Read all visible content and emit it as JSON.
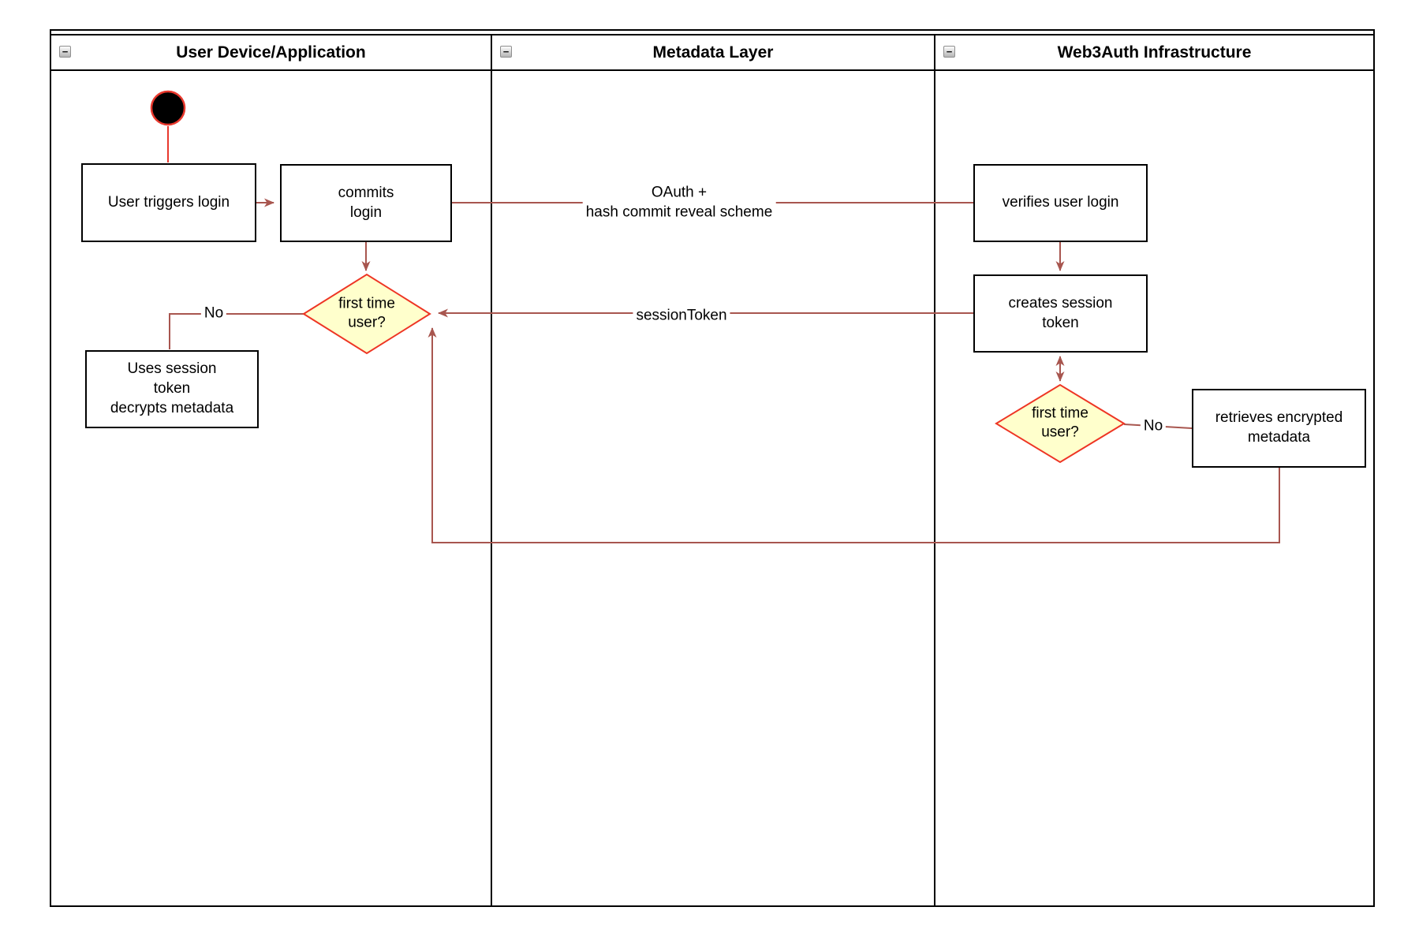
{
  "diagram": {
    "kind": "swimlane-activity-diagram"
  },
  "lanes": [
    {
      "title": "User Device/Application",
      "collapse_glyph": "−"
    },
    {
      "title": "Metadata Layer",
      "collapse_glyph": "−"
    },
    {
      "title": "Web3Auth Infrastructure",
      "collapse_glyph": "−"
    }
  ],
  "nodes": {
    "user_triggers_login": {
      "label": "User triggers login"
    },
    "commits_login": {
      "label": "commits\nlogin"
    },
    "first_time_user_device": {
      "label": "first time\nuser?"
    },
    "uses_session_token": {
      "label": "Uses session\ntoken\ndecrypts metadata"
    },
    "verifies_user_login": {
      "label": "verifies user login"
    },
    "creates_session_token": {
      "label": "creates session\ntoken"
    },
    "first_time_user_infra": {
      "label": "first time\nuser?"
    },
    "retrieves_encrypted_metadata": {
      "label": "retrieves encrypted\nmetadata"
    }
  },
  "edge_labels": {
    "oauth": "OAuth +\nhash commit reveal scheme",
    "session_token": "sessionToken",
    "no_device": "No",
    "no_infra": "No"
  },
  "colors": {
    "connector": "#A8564F",
    "start_line": "#E8382D",
    "decision_fill": "#FFFFCC",
    "decision_stroke": "#EE3524",
    "start_fill": "#000000",
    "frame": "#000000"
  }
}
